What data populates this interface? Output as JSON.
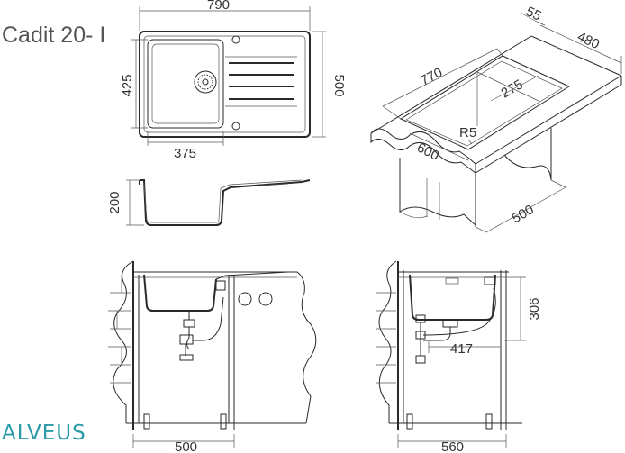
{
  "product": {
    "title": "Cadit 20- I",
    "brand": "ALVEUS"
  },
  "top_view": {
    "width": "790",
    "height": "500",
    "bowl_height": "425",
    "bowl_width": "375"
  },
  "side_view": {
    "depth": "200"
  },
  "iso_view": {
    "top_overhang": "55",
    "cabinet_depth": "480",
    "cut_length": "770",
    "bowl_width": "275",
    "radius": "R5",
    "front_width": "600",
    "side_depth": "500"
  },
  "front_install": {
    "cabinet_width": "500"
  },
  "side_install": {
    "cabinet_width": "560",
    "drain_offset": "417",
    "height": "306"
  },
  "colors": {
    "line": "#2a2a2a",
    "text": "#333333",
    "brand": "#2b9aa8"
  }
}
